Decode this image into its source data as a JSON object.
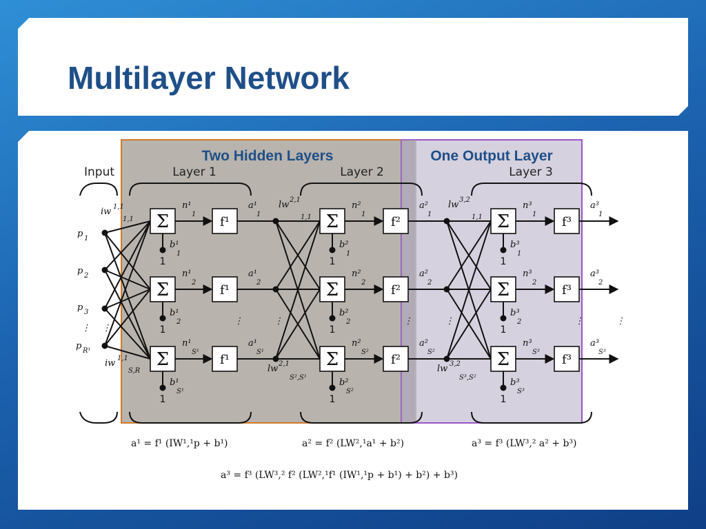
{
  "slide": {
    "title": "Multilayer Network"
  },
  "regions": {
    "hidden": "Two Hidden Layers",
    "output": "One Output Layer"
  },
  "headers": {
    "input": "Input",
    "layer1": "Layer 1",
    "layer2": "Layer 2",
    "layer3": "Layer 3"
  },
  "colors": {
    "hidden_region": "#b8b3ad",
    "hidden_border": "#d07a2a",
    "output_region": "#cfc9d8",
    "output_border": "#9a55c8",
    "title": "#1f4f88"
  },
  "inputs": [
    {
      "base": "p",
      "sub": "1"
    },
    {
      "base": "p",
      "sub": "2"
    },
    {
      "base": "p",
      "sub": "3"
    },
    {
      "base": "p",
      "sub": "R¹"
    }
  ],
  "weights": {
    "iw_top": {
      "base": "iw",
      "sup": "1,1",
      "sub": "1,1"
    },
    "iw_bot": {
      "base": "iw",
      "sup": "1,1",
      "sub": "S,R"
    },
    "lw2_top": {
      "base": "lw",
      "sup": "2,1",
      "sub": "1,1"
    },
    "lw2_bot": {
      "base": "lw",
      "sup": "2,1",
      "sub": "S²,S¹"
    },
    "lw3_top": {
      "base": "lw",
      "sup": "3,2",
      "sub": "1,1"
    },
    "lw3_bot": {
      "base": "lw",
      "sup": "3,2",
      "sub": "S³,S²"
    }
  },
  "layers": [
    {
      "sum_symbol": "Σ",
      "rows": [
        {
          "n": "n¹",
          "n_sub": "1",
          "f": "f¹",
          "a": "a¹",
          "a_sub": "1",
          "b": "b¹",
          "b_sub": "1",
          "one": "1"
        },
        {
          "n": "n¹",
          "n_sub": "2",
          "f": "f¹",
          "a": "a¹",
          "a_sub": "2",
          "b": "b¹",
          "b_sub": "2",
          "one": "1"
        },
        {
          "n": "n¹",
          "n_sub": "S¹",
          "f": "f¹",
          "a": "a¹",
          "a_sub": "S¹",
          "b": "b¹",
          "b_sub": "S¹",
          "one": "1"
        }
      ]
    },
    {
      "sum_symbol": "Σ",
      "rows": [
        {
          "n": "n²",
          "n_sub": "1",
          "f": "f²",
          "a": "a²",
          "a_sub": "1",
          "b": "b²",
          "b_sub": "1",
          "one": "1"
        },
        {
          "n": "n²",
          "n_sub": "2",
          "f": "f²",
          "a": "a²",
          "a_sub": "2",
          "b": "b²",
          "b_sub": "2",
          "one": "1"
        },
        {
          "n": "n²",
          "n_sub": "S²",
          "f": "f²",
          "a": "a²",
          "a_sub": "S²",
          "b": "b²",
          "b_sub": "S²",
          "one": "1"
        }
      ]
    },
    {
      "sum_symbol": "Σ",
      "rows": [
        {
          "n": "n³",
          "n_sub": "1",
          "f": "f³",
          "a": "a³",
          "a_sub": "1",
          "b": "b³",
          "b_sub": "1",
          "one": "1"
        },
        {
          "n": "n³",
          "n_sub": "2",
          "f": "f³",
          "a": "a³",
          "a_sub": "2",
          "b": "b³",
          "b_sub": "2",
          "one": "1"
        },
        {
          "n": "n³",
          "n_sub": "S³",
          "f": "f³",
          "a": "a³",
          "a_sub": "S³",
          "b": "b³",
          "b_sub": "S³",
          "one": "1"
        }
      ]
    }
  ],
  "ellipsis": "⋮",
  "equations": {
    "eq1": "a¹ = f¹ (IW¹,¹p + b¹)",
    "eq2": "a² = f² (LW²,¹a¹ + b²)",
    "eq3": "a³ = f³ (LW³,² a² + b³)",
    "eq_full": "a³ = f³ (LW³,² f² (LW²,¹f¹ (IW¹,¹p + b¹) + b²) + b³)"
  }
}
